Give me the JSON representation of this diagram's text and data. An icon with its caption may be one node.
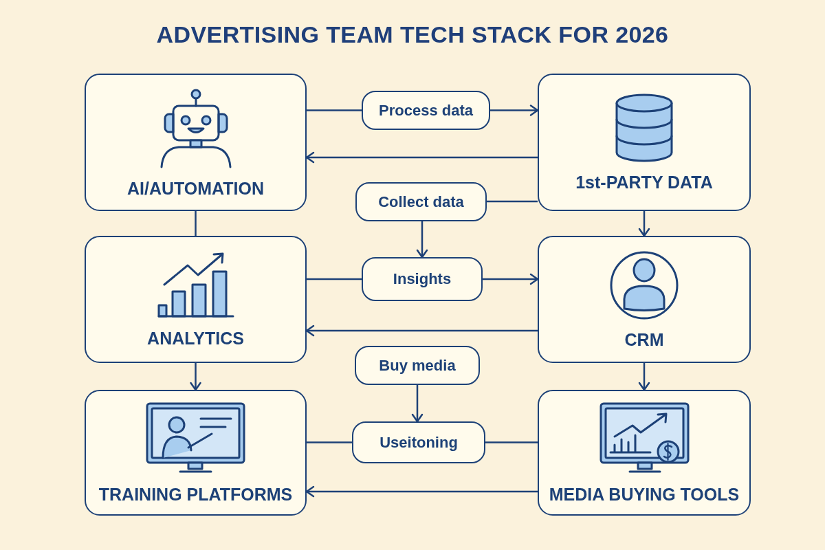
{
  "diagram": {
    "title": "ADVERTISING TEAM TECH STACK FOR 2026",
    "nodes": [
      {
        "text": [
          "AI/AUTOMATION"
        ]
      },
      {
        "text": [
          "Process data"
        ]
      },
      {
        "text": [
          "1st-PARTY DATA"
        ]
      },
      {
        "text": [
          "Collect data"
        ]
      },
      {
        "text": [
          "ANALYTICS"
        ]
      },
      {
        "text": [
          "Insights"
        ]
      },
      {
        "text": [
          "CRM"
        ]
      },
      {
        "text": [
          "Buy media"
        ]
      },
      {
        "text": [
          "Useitoning"
        ]
      },
      {
        "text": [
          "TRAINING PLATFORMS"
        ]
      },
      {
        "text": [
          "MEDIA BUYING TOOLS"
        ]
      }
    ],
    "edges": [
      {
        "from": 0,
        "to": 1,
        "arrow": "none"
      },
      {
        "from": 1,
        "to": 2,
        "arrow": "to"
      },
      {
        "from": 2,
        "to": 0,
        "arrow": "to"
      },
      {
        "from": 2,
        "to": 3,
        "arrow": "none"
      },
      {
        "from": 3,
        "to": 5,
        "arrow": "to"
      },
      {
        "from": 2,
        "to": 6,
        "arrow": "to"
      },
      {
        "from": 0,
        "to": 4,
        "arrow": "none"
      },
      {
        "from": 4,
        "to": 5,
        "arrow": "none"
      },
      {
        "from": 5,
        "to": 6,
        "arrow": "to"
      },
      {
        "from": 6,
        "to": 4,
        "arrow": "to"
      },
      {
        "from": 4,
        "to": 9,
        "arrow": "to"
      },
      {
        "from": 6,
        "to": 10,
        "arrow": "to"
      },
      {
        "from": 7,
        "to": 8,
        "arrow": "to"
      },
      {
        "from": 9,
        "to": 8,
        "arrow": "none"
      },
      {
        "from": 8,
        "to": 10,
        "arrow": "none"
      },
      {
        "from": 10,
        "to": 9,
        "arrow": "to"
      }
    ]
  }
}
